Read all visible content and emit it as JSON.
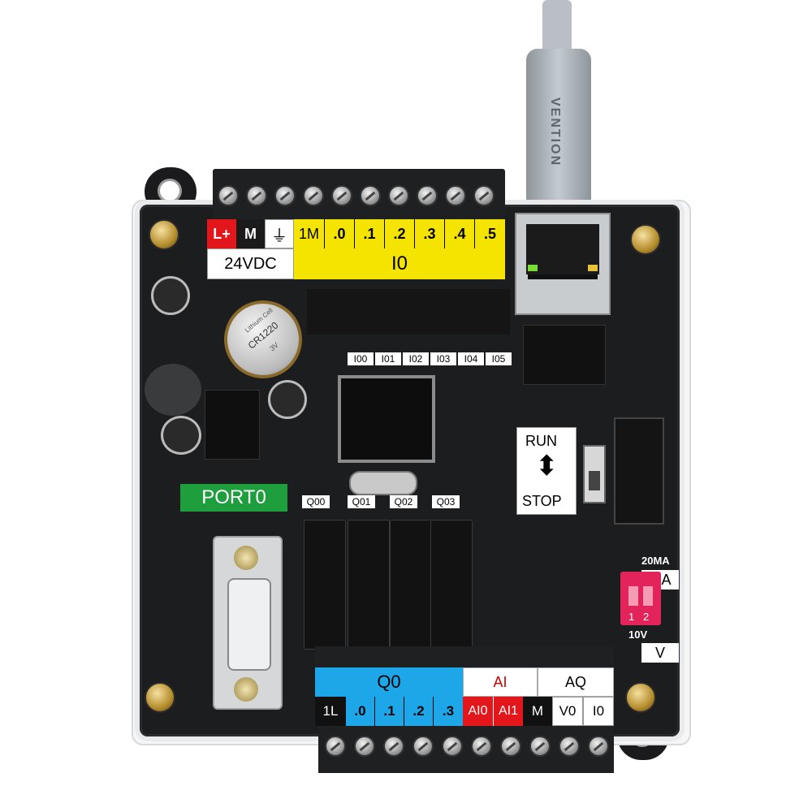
{
  "top_terminal": {
    "row1": [
      "L+",
      "M",
      "⏚",
      "1M",
      ".0",
      ".1",
      ".2",
      ".3",
      ".4",
      ".5"
    ],
    "power_label": "24VDC",
    "input_label": "I0"
  },
  "input_leds": [
    "I00",
    "I01",
    "I02",
    "I03",
    "I04",
    "I05"
  ],
  "output_leds": [
    "Q00",
    "Q01",
    "Q02",
    "Q03"
  ],
  "port_label": "PORT0",
  "switch": {
    "run": "RUN",
    "stop": "STOP"
  },
  "dip": {
    "mode_top": "20MA",
    "ma": "mA",
    "v_mode": "10V",
    "v": "V",
    "pos": [
      "1",
      "2"
    ]
  },
  "bottom_terminal": {
    "group_q": "Q0",
    "group_ai": "AI",
    "group_aq": "AQ",
    "row": [
      "1L",
      ".0",
      ".1",
      ".2",
      ".3",
      "AI0",
      "AI1",
      "M",
      "V0",
      "I0"
    ]
  },
  "cable_brand": "VENTION",
  "battery": {
    "model": "CR1220",
    "text": "Lithium Cell",
    "volt": "3V"
  },
  "colors": {
    "yellow": "#f5e400",
    "blue": "#1ea7e8",
    "green": "#1f9e3d",
    "red": "#e3161b",
    "pcb": "#1c1d1f"
  }
}
